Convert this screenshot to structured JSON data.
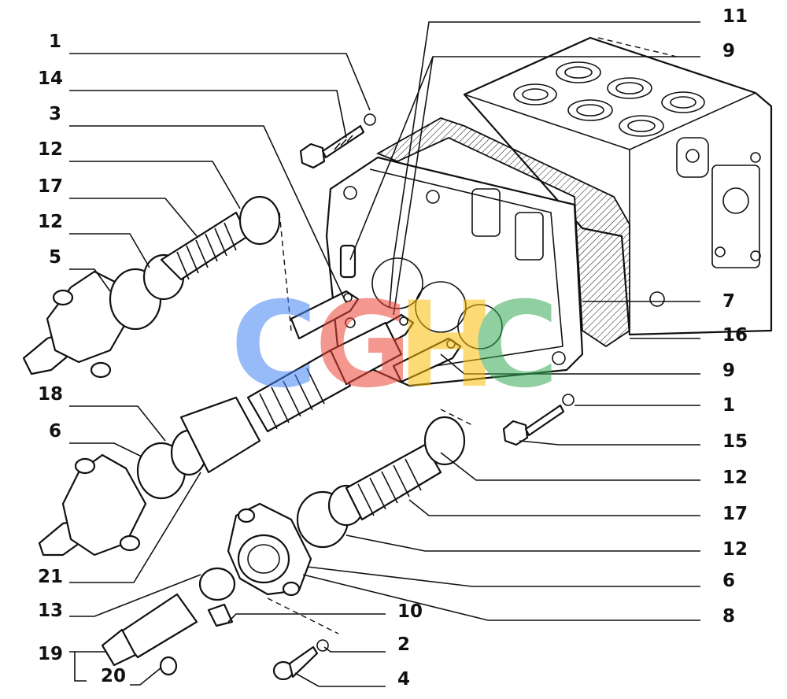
{
  "diagram": {
    "labels": {
      "l_1a": "1",
      "l_14": "14",
      "l_3": "3",
      "l_12a": "12",
      "l_17a": "17",
      "l_12b": "12",
      "l_5": "5",
      "l_18": "18",
      "l_6a": "6",
      "l_21": "21",
      "l_13": "13",
      "l_19": "19",
      "l_20": "20",
      "l_11": "11",
      "l_9a": "9",
      "l_7": "7",
      "l_16": "16",
      "l_9b": "9",
      "l_1b": "1",
      "l_15": "15",
      "l_12c": "12",
      "l_17b": "17",
      "l_12d": "12",
      "l_6b": "6",
      "l_8": "8",
      "l_10": "10",
      "l_2": "2",
      "l_4": "4"
    }
  },
  "watermark": {
    "letters": [
      "C",
      "G",
      "H",
      "C"
    ],
    "colors": [
      "#4285F4",
      "#EA4335",
      "#FBBC05",
      "#34A853"
    ]
  }
}
